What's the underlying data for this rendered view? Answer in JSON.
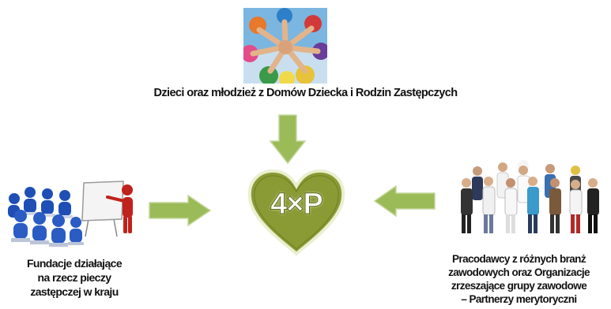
{
  "top_label": "Dzieci oraz młodzież z Domów Dziecka i Rodzin Zastępczych",
  "center_label": "4×P",
  "left_label": [
    "Fundacje działające",
    "na rzecz pieczy",
    "zastępczej w kraju"
  ],
  "right_label": [
    "Pracodawcy z różnych branż",
    "zawodowych oraz Organizacje",
    "zrzeszające grupy zawodowe",
    "– Partnerzy merytoryczni"
  ],
  "colors": {
    "arrow": "#9bbb59",
    "arrow_border": "#c4d79b",
    "heart_fill": "#8a9a34",
    "heart_border": "#e9efd0",
    "figure_blue": "#1f4fb5",
    "figure_red": "#c0221c"
  },
  "icons": {
    "top_image": "children-hands-together-photo",
    "left_image": "presentation-audience-figures",
    "right_image": "professionals-group-photo",
    "center": "heart-icon"
  }
}
